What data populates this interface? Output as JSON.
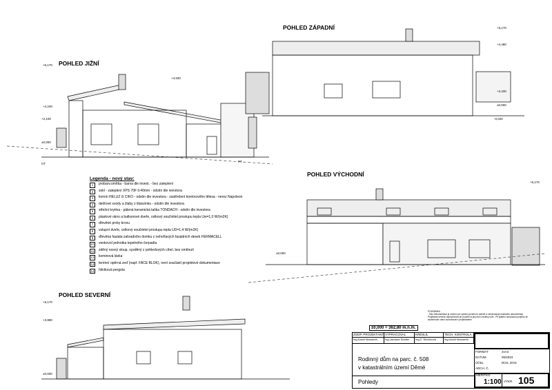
{
  "views": {
    "south": "POHLED JIŽNÍ",
    "west": "POHLED ZÁPADNÍ",
    "east": "POHLED VÝCHODNÍ",
    "north": "POHLED SEVERNÍ"
  },
  "levels": {
    "l1": "+6,170",
    "l2": "+4,930",
    "l3": "+4,480",
    "l4": "+4,240",
    "l5": "+3,880",
    "l6": "+3,330",
    "l7": "+2,100",
    "l8": "±0,000",
    "l9": "-0,020",
    "ut": "ÚT",
    "pt": "PT"
  },
  "legend": {
    "title": "Legenda - nový stav:",
    "items": [
      {
        "n": "1",
        "t": "probarv.omítka - barva dle invest. - bez zateplení"
      },
      {
        "n": "2",
        "t": "sokl - zateplení XPS 70F tl.40mm - odstín dle iverstora"
      },
      {
        "n": "3",
        "t": "komín HELUZ či CIKO - odstín dle investora - zastřešení komínového tělesa - nerez Napoleon"
      },
      {
        "n": "4",
        "t": "dešťové svody a žlaby z titanzinku - odstín dle investora"
      },
      {
        "n": "5",
        "t": "střešní krytina - pálená keramická taška TONDACH - odstín dle investora"
      },
      {
        "n": "6",
        "t": "plastové okno a balkonové dveře, celkový součinitel prostupu tepla  Uw=1,0 W/(m2K)"
      },
      {
        "n": "7",
        "t": "dřevěné prvky krovu"
      },
      {
        "n": "8",
        "t": "vstupní dveře, celkový součinitel prostupu tepla  UD=1,4 W/(m2K)"
      },
      {
        "n": "9",
        "t": "dřevěná fasáda zahradního domku z nehořlavých fasádních desek FERMACELL"
      },
      {
        "n": "10",
        "t": "venkovní jednotka tepelného čerpadla"
      },
      {
        "n": "11",
        "t": "zděný nosný sloup, vyzděný z pohledových cihel, bez omítnutí"
      },
      {
        "n": "12",
        "t": "kominová lávka"
      },
      {
        "n": "13",
        "t": "terénní opěrná zeď (např. FACE BLOK), není součástí projektové dokumentace"
      },
      {
        "n": "14",
        "t": "hliníková pergola"
      }
    ]
  },
  "title_block": {
    "zero_level": "±0,000 = 362,80 m.n.m.",
    "note_title": "POZNÁMKA",
    "note": "- Tato dokumentace je určena pro vydání povolení k stavbě a nenahrazuje realizační dokumentaci. Projektant nenese odpovědnost při použití na jiný než uvedený účel - Při zjištění nesouladu projektu se skutečností nutno konzultovat s projektantem",
    "roles": [
      "ZODP. PROJEKTANT",
      "VYPRACOVAL",
      "KRESLIL",
      "TECH. KONTROLA"
    ],
    "names": [
      "Ing.Kamil Neuwerth",
      "Ing.Jaroslav Seidler",
      "Ing.Z. Ševčíková",
      "Ing.Kamil Neuwerth"
    ],
    "project_line1": "Rodinný dům na parc. č. 508",
    "project_line2": "v katastrálním území Děmé",
    "drawing": "Pohledy",
    "format_label": "FORMÁT",
    "format": "2xA4",
    "date_label": "DATUM",
    "date": "05/2023",
    "purpose_label": "ÚČEL",
    "purpose": "DÚS, DOS",
    "arch_label": "ARCH. Č.",
    "arch": "",
    "scale_label": "MĚŘÍTKO",
    "scale": "1:100",
    "sheet_label": "VÝKR.",
    "sheet": "105"
  }
}
